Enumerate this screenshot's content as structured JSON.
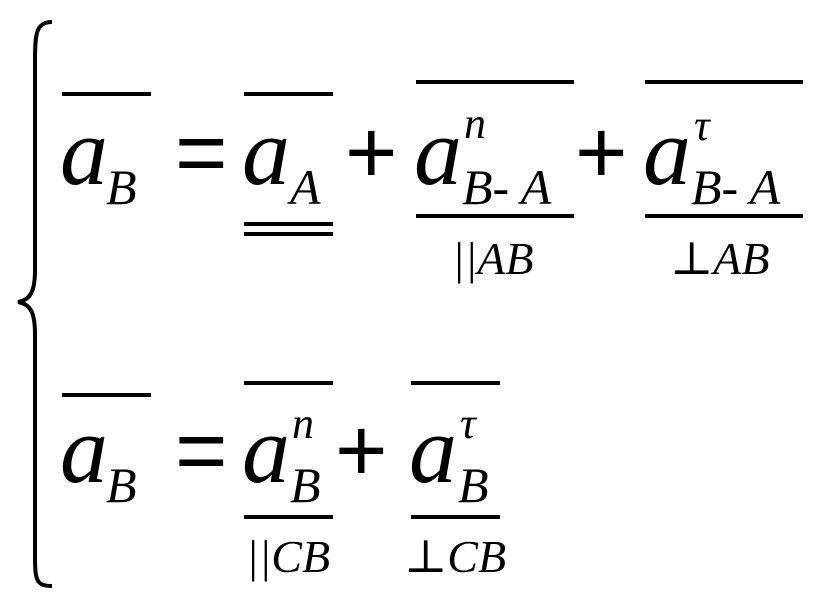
{
  "system": {
    "equations": [
      {
        "lhs": {
          "base": "a",
          "sub": "B"
        },
        "eq": "=",
        "terms": [
          {
            "base": "a",
            "sub": "A",
            "sup": "",
            "condition": ""
          },
          {
            "op": "+",
            "base": "a",
            "sub": "B- A",
            "sup": "n",
            "condition": "||AB"
          },
          {
            "op": "+",
            "base": "a",
            "sub": "B- A",
            "sup": "τ",
            "condition": "⊥AB"
          }
        ]
      },
      {
        "lhs": {
          "base": "a",
          "sub": "B"
        },
        "eq": "=",
        "terms": [
          {
            "base": "a",
            "sub": "B",
            "sup": "n",
            "condition": "||CB"
          },
          {
            "op": "+",
            "base": "a",
            "sub": "B",
            "sup": "τ",
            "condition": "⊥CB"
          }
        ]
      }
    ]
  }
}
